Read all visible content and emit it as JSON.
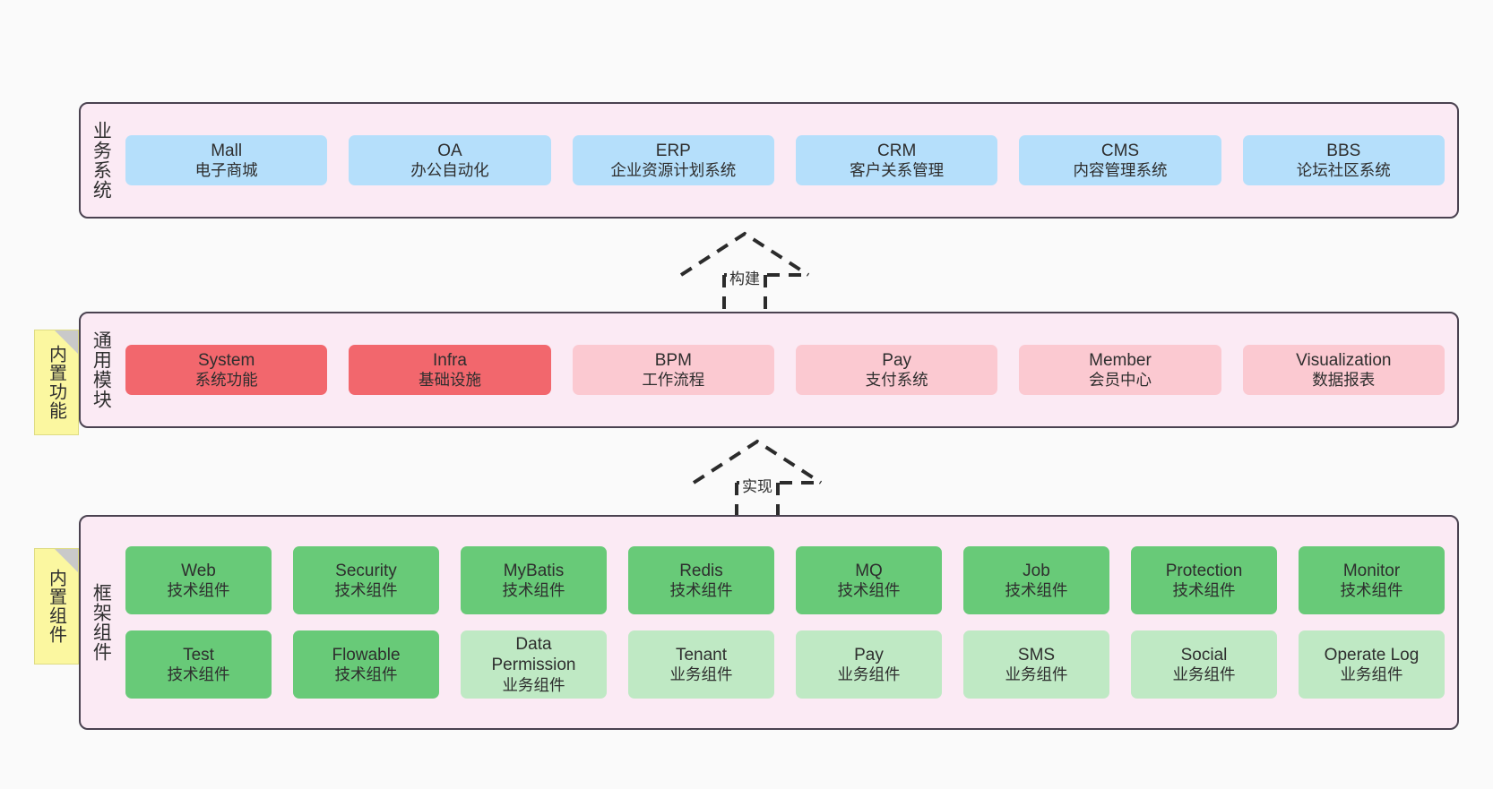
{
  "diagram": {
    "background_color": "#fafafa",
    "band_fill": "#fbeaf4",
    "band_border": "#4a4250",
    "note_fill": "#fbf7a0"
  },
  "layers": [
    {
      "id": "business",
      "title": "业务系统",
      "note": null,
      "rows": [
        {
          "cards": [
            {
              "en": "Mall",
              "cn": "电子商城",
              "color": "#b5dffb",
              "style": "c-blue"
            },
            {
              "en": "OA",
              "cn": "办公自动化",
              "color": "#b5dffb",
              "style": "c-blue"
            },
            {
              "en": "ERP",
              "cn": "企业资源计划系统",
              "color": "#b5dffb",
              "style": "c-blue"
            },
            {
              "en": "CRM",
              "cn": "客户关系管理",
              "color": "#b5dffb",
              "style": "c-blue"
            },
            {
              "en": "CMS",
              "cn": "内容管理系统",
              "color": "#b5dffb",
              "style": "c-blue"
            },
            {
              "en": "BBS",
              "cn": "论坛社区系统",
              "color": "#b5dffb",
              "style": "c-blue"
            }
          ]
        }
      ]
    },
    {
      "id": "common-module",
      "title": "通用模块",
      "note": "内置功能",
      "rows": [
        {
          "cards": [
            {
              "en": "System",
              "cn": "系统功能",
              "color": "#f2676d",
              "style": "c-red"
            },
            {
              "en": "Infra",
              "cn": "基础设施",
              "color": "#f2676d",
              "style": "c-red"
            },
            {
              "en": "BPM",
              "cn": "工作流程",
              "color": "#fbc9d1",
              "style": "c-pink"
            },
            {
              "en": "Pay",
              "cn": "支付系统",
              "color": "#fbc9d1",
              "style": "c-pink"
            },
            {
              "en": "Member",
              "cn": "会员中心",
              "color": "#fbc9d1",
              "style": "c-pink"
            },
            {
              "en": "Visualization",
              "cn": "数据报表",
              "color": "#fbc9d1",
              "style": "c-pink"
            }
          ]
        }
      ]
    },
    {
      "id": "framework",
      "title": "框架组件",
      "note": "内置组件",
      "rows": [
        {
          "cards": [
            {
              "en": "Web",
              "cn": "技术组件",
              "color": "#68ca78",
              "style": "c-green"
            },
            {
              "en": "Security",
              "cn": "技术组件",
              "color": "#68ca78",
              "style": "c-green"
            },
            {
              "en": "MyBatis",
              "cn": "技术组件",
              "color": "#68ca78",
              "style": "c-green"
            },
            {
              "en": "Redis",
              "cn": "技术组件",
              "color": "#68ca78",
              "style": "c-green"
            },
            {
              "en": "MQ",
              "cn": "技术组件",
              "color": "#68ca78",
              "style": "c-green"
            },
            {
              "en": "Job",
              "cn": "技术组件",
              "color": "#68ca78",
              "style": "c-green"
            },
            {
              "en": "Protection",
              "cn": "技术组件",
              "color": "#68ca78",
              "style": "c-green"
            },
            {
              "en": "Monitor",
              "cn": "技术组件",
              "color": "#68ca78",
              "style": "c-green"
            }
          ]
        },
        {
          "cards": [
            {
              "en": "Test",
              "cn": "技术组件",
              "color": "#68ca78",
              "style": "c-green"
            },
            {
              "en": "Flowable",
              "cn": "技术组件",
              "color": "#68ca78",
              "style": "c-green"
            },
            {
              "en": "Data\nPermission",
              "cn": "业务组件",
              "color": "#bfe9c4",
              "style": "c-green-light"
            },
            {
              "en": "Tenant",
              "cn": "业务组件",
              "color": "#bfe9c4",
              "style": "c-green-light"
            },
            {
              "en": "Pay",
              "cn": "业务组件",
              "color": "#bfe9c4",
              "style": "c-green-light"
            },
            {
              "en": "SMS",
              "cn": "业务组件",
              "color": "#bfe9c4",
              "style": "c-green-light"
            },
            {
              "en": "Social",
              "cn": "业务组件",
              "color": "#bfe9c4",
              "style": "c-green-light"
            },
            {
              "en": "Operate Log",
              "cn": "业务组件",
              "color": "#bfe9c4",
              "style": "c-green-light"
            }
          ]
        }
      ]
    }
  ],
  "connectors": [
    {
      "id": "build",
      "label": "构建"
    },
    {
      "id": "implement",
      "label": "实现"
    }
  ]
}
